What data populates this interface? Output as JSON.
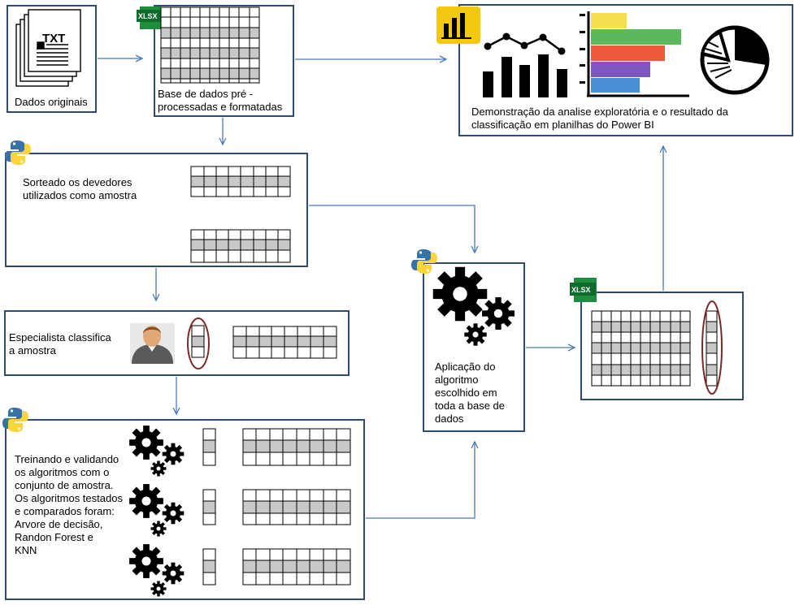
{
  "nodes": {
    "raw_data": {
      "label": "Dados originais",
      "icon": "txt-document-stack-icon",
      "icon_text": "TXT"
    },
    "preprocessed": {
      "label_line1": "Base de dados pré -",
      "label_line2": "processadas e formatadas",
      "icon": "xlsx-file-icon",
      "icon_text": "XLSX"
    },
    "sample": {
      "label_line1": "Sorteado os devedores",
      "label_line2": "utilizados como amostra",
      "icon": "python-logo-icon"
    },
    "specialist": {
      "label_line1": "Especialista classifica",
      "label_line2": "a amostra",
      "icon": "person-avatar-icon"
    },
    "training": {
      "lines": [
        "Treinando e validando",
        "os algoritmos com o",
        "conjunto de amostra.",
        "Os algoritmos testados",
        "e comparados foram:",
        "Arvore de decisão,",
        "Randon Forest e",
        "KNN"
      ],
      "icon": "python-logo-icon"
    },
    "application": {
      "lines": [
        "Aplicação do",
        "algoritmo",
        "escolhido em",
        "toda a base de",
        "dados"
      ],
      "icon": "python-logo-icon"
    },
    "result_table": {
      "icon": "xlsx-file-icon",
      "icon_text": "XLSX"
    },
    "powerbi": {
      "label_line1": "Demonstração da analise exploratória e o resultado da",
      "label_line2": "classificação em planilhas do Power BI",
      "icon": "power-bi-logo-icon"
    }
  },
  "colors": {
    "box_border": "#2e4a6e",
    "arrow": "#4a7ab8",
    "grid_gray": "#c8c8c8",
    "highlight_ellipse": "#7b2a2a",
    "powerbi_yellow": "#f2c811",
    "bar_yellow": "#f4e04d",
    "bar_green": "#5cb85c",
    "bar_red": "#f05a3c",
    "bar_purple": "#7e57c2",
    "bar_blue": "#4a90d9",
    "python_blue": "#3772a4",
    "python_yellow": "#ffd43b",
    "excel_green": "#1e8e3e"
  }
}
